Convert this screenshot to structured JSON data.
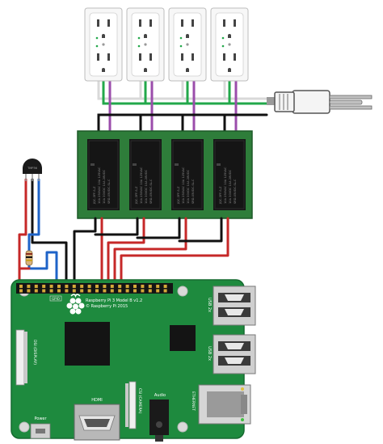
{
  "outlets": [
    "outlet-1",
    "outlet-2",
    "outlet-3",
    "outlet-4"
  ],
  "relays": [
    {
      "lines": [
        "JQC-3FF-S-Z",
        "10A 250VAC 10A 125VAC",
        "10A 30VDC 10A 28VDC",
        "SRD-05VDC-SL-C"
      ]
    },
    {
      "lines": [
        "JQC-3FF-S-Z",
        "10A 250VAC 10A 125VAC",
        "10A 30VDC 10A 28VDC",
        "SRD-05VDC-SL-C"
      ]
    },
    {
      "lines": [
        "JQC-3FF-S-Z",
        "10A 250VAC 10A 125VAC",
        "10A 30VDC 10A 28VDC",
        "SRD-05VDC-SL-C"
      ]
    },
    {
      "lines": [
        "JQC-3FF-S-Z",
        "10A 250VAC 10A 125VAC",
        "10A 30VDC 10A 28VDC",
        "SRD-05VDC-SL-C"
      ]
    }
  ],
  "sensor": {
    "label": "TMP36"
  },
  "pi": {
    "model": "Raspberry Pi 3 Model B v1.2",
    "copyright": "© Raspberry Pi 2015",
    "gpio": "GPIO",
    "usb_top": "USB 2x",
    "usb_bottom": "USB 2x",
    "ethernet": "ETHERNET",
    "hdmi": "HDMI",
    "audio": "Audio",
    "power": "Power",
    "csi": "CSI (CAMERA)",
    "dsi": "DSI (DISPLAY)"
  },
  "colors": {
    "board_green": "#1e8a3e",
    "relay_board": "#2e7d3a",
    "relay_black": "#151515",
    "wire_red": "#c62828",
    "wire_black": "#111111",
    "wire_blue": "#1e63c8",
    "wire_purple": "#9b4dab",
    "wire_green": "#22a84a",
    "wire_white": "#d9d9d9"
  }
}
